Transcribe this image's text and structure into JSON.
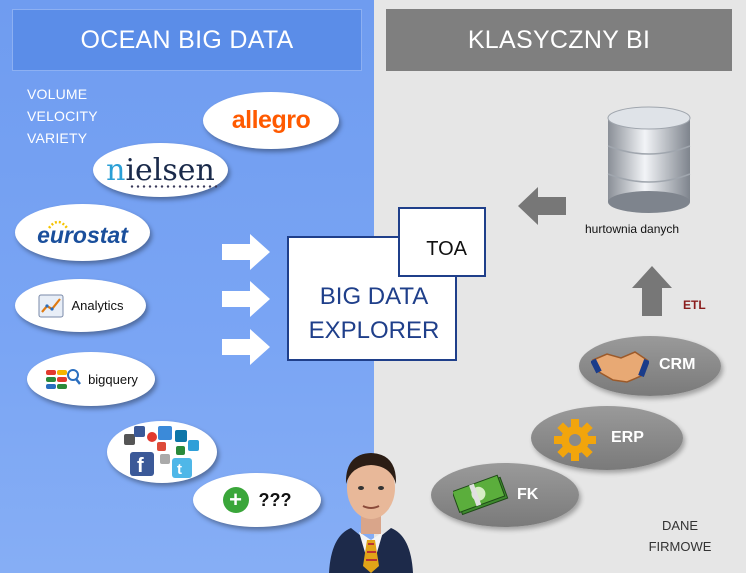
{
  "left_title": "OCEAN BIG DATA",
  "right_title": "KLASYCZNY BI",
  "vvv": [
    "VOLUME",
    "VELOCITY",
    "VARIETY"
  ],
  "sources": {
    "allegro": "allegro",
    "nielsen_n": "n",
    "nielsen_rest": "ielsen",
    "eurostat": "eurostat",
    "analytics": "Analytics",
    "bigquery": "bigquery",
    "unknown": "???"
  },
  "center": {
    "line1": "BIG DATA",
    "line2": "EXPLORER",
    "toa": "TOA"
  },
  "warehouse_label": "hurtownia danych",
  "etl_label": "ETL",
  "systems": {
    "crm": "CRM",
    "erp": "ERP",
    "fk": "FK"
  },
  "footer": [
    "DANE",
    "FIRMOWE"
  ],
  "colors": {
    "left_bg": "#7aa5f4",
    "right_bg": "#e6e6e6",
    "explorer_border": "#1f3f8a",
    "allegro": "#ff5a00",
    "etl": "#8a1c1c"
  }
}
